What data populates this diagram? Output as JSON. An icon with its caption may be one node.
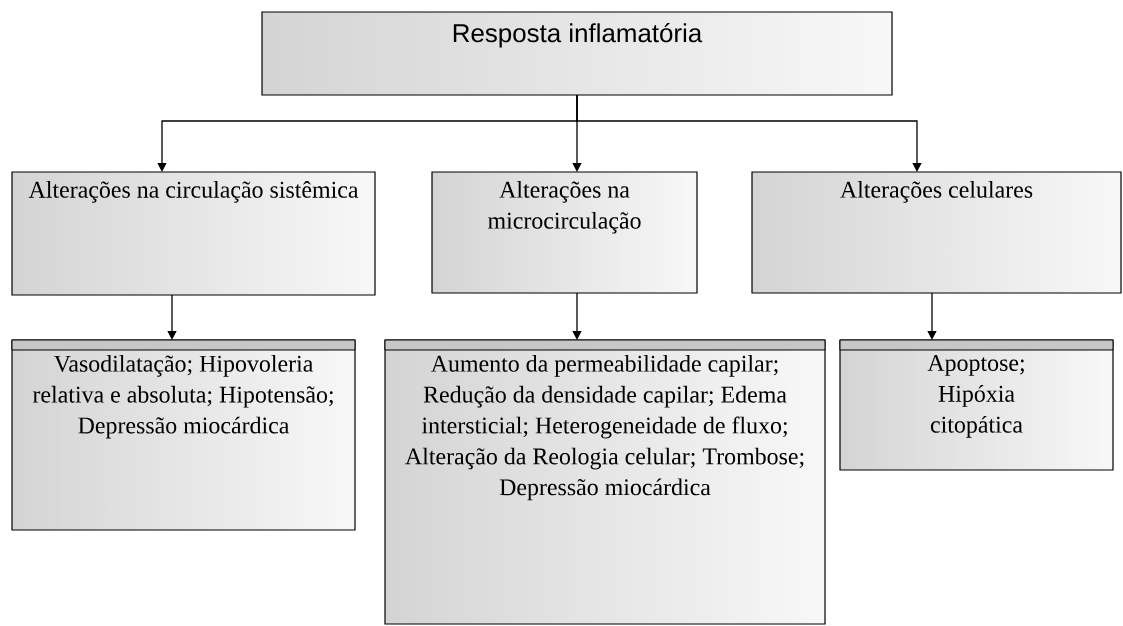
{
  "diagram": {
    "nodes": [
      {
        "text": [
          "Resposta inflamatória"
        ]
      },
      {
        "text": [
          "Alterações na circulação sistêmica"
        ]
      },
      {
        "text": [
          "Alterações na microcirculação"
        ]
      },
      {
        "text": [
          "Alterações celulares"
        ]
      },
      {
        "text": [
          "Vasodilatação; Hipovoleria relativa e absoluta; Hipotensão; Depressão miocárdica"
        ]
      },
      {
        "text": [
          "Aumento da permeabilidade capilar; Redução da densidade capilar; Edema intersticial; Heterogeneidade de fluxo; Alteração da Reologia celular; Trombose; Depressão miocárdica"
        ]
      },
      {
        "text": [
          "Apoptose; Hipóxia citopática"
        ]
      }
    ],
    "edges": [
      {
        "from": 0,
        "to": 1,
        "arrow": "to"
      },
      {
        "from": 0,
        "to": 2,
        "arrow": "to"
      },
      {
        "from": 0,
        "to": 3,
        "arrow": "to"
      },
      {
        "from": 1,
        "to": 4,
        "arrow": "to"
      },
      {
        "from": 2,
        "to": 5,
        "arrow": "to"
      },
      {
        "from": 3,
        "to": 6,
        "arrow": "to"
      }
    ]
  }
}
